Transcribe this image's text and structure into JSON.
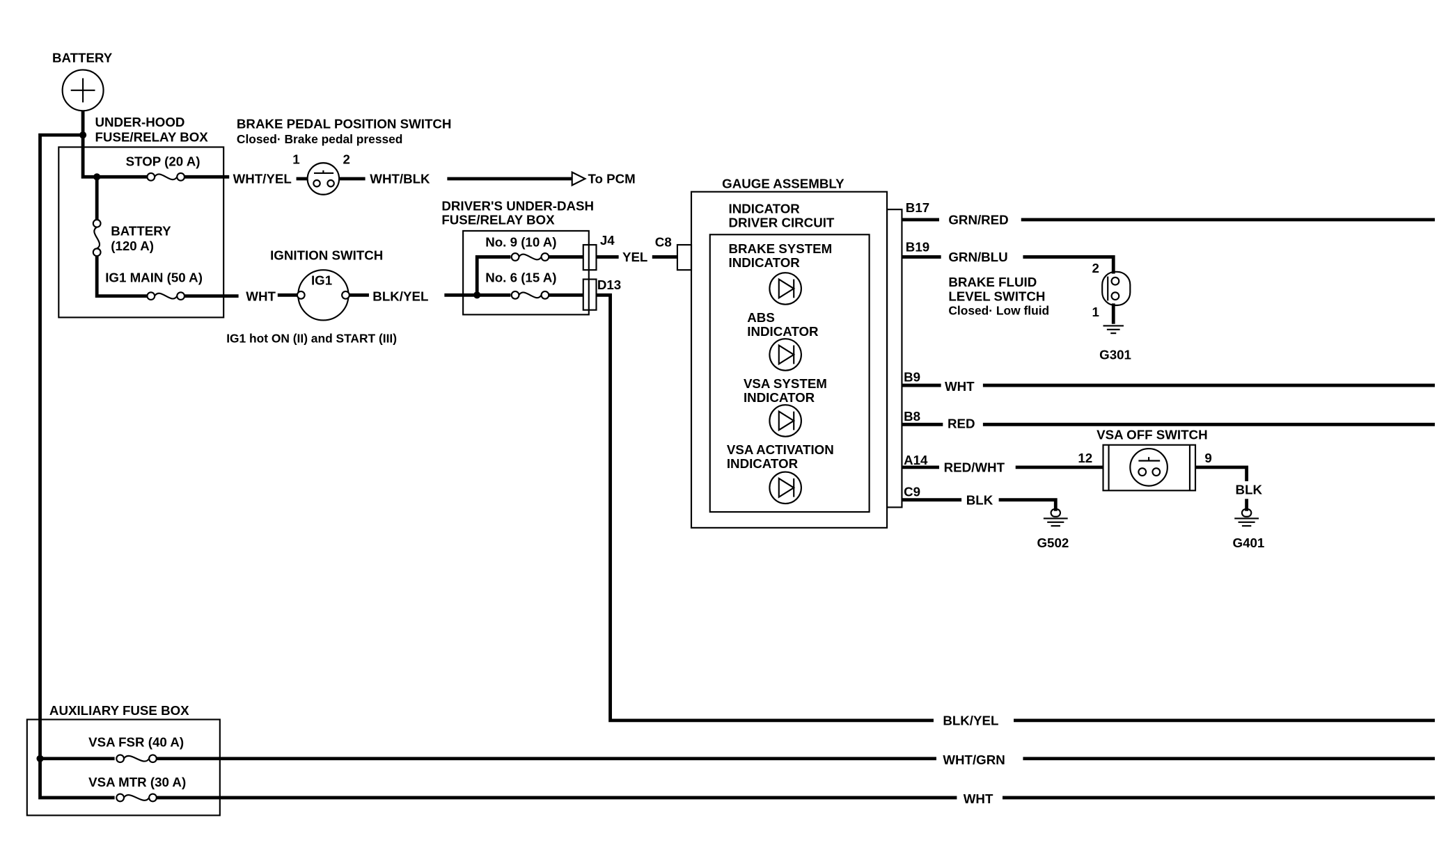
{
  "colors": {
    "line": "#000000",
    "background": "#ffffff"
  },
  "battery": {
    "label": "BATTERY"
  },
  "under_hood_box": {
    "title_line1": "UNDER-HOOD",
    "title_line2": "FUSE/RELAY BOX",
    "stop_fuse": "STOP (20 A)",
    "battery_fuse_line1": "BATTERY",
    "battery_fuse_line2": "(120 A)",
    "ig1_main_fuse": "IG1 MAIN (50 A)"
  },
  "brake_pedal_switch": {
    "title": "BRAKE PEDAL POSITION SWITCH",
    "note": "Closed· Brake pedal pressed",
    "pin1": "1",
    "pin2": "2"
  },
  "to_pcm": "To PCM",
  "ignition_switch": {
    "title": "IGNITION SWITCH",
    "label": "IG1",
    "note": "IG1 hot ON (II) and START (III)"
  },
  "under_dash_box": {
    "title_line1": "DRIVER'S UNDER-DASH",
    "title_line2": "FUSE/RELAY BOX",
    "fuse9": "No. 9 (10 A)",
    "fuse6": "No. 6 (15 A)",
    "conn_j4": "J4",
    "conn_d13": "D13"
  },
  "gauge_assembly": {
    "title": "GAUGE ASSEMBLY",
    "conn_c8": "C8",
    "driver_circuit_line1": "INDICATOR",
    "driver_circuit_line2": "DRIVER CIRCUIT",
    "indicators": [
      {
        "line1": "BRAKE SYSTEM",
        "line2": "INDICATOR"
      },
      {
        "line1": "ABS",
        "line2": "INDICATOR"
      },
      {
        "line1": "VSA SYSTEM",
        "line2": "INDICATOR"
      },
      {
        "line1": "VSA ACTIVATION",
        "line2": "INDICATOR"
      }
    ],
    "pins": {
      "b17": "B17",
      "b19": "B19",
      "b9": "B9",
      "b8": "B8",
      "a14": "A14",
      "c9": "C9"
    }
  },
  "wires": {
    "stop_out": "WHT/YEL",
    "brake_switch_out": "WHT/BLK",
    "ig1_main_out": "WHT",
    "ignition_out": "BLK/YEL",
    "fuse9_out": "YEL",
    "b17": "GRN/RED",
    "b19": "GRN/BLU",
    "b9": "WHT",
    "b8": "RED",
    "a14": "RED/WHT",
    "c9": "BLK",
    "vsa_switch_out": "BLK",
    "d13": "BLK/YEL",
    "vsa_fsr_out": "WHT/GRN",
    "vsa_mtr_out": "WHT"
  },
  "brake_fluid_switch": {
    "line1": "BRAKE FLUID",
    "line2": "LEVEL SWITCH",
    "note": "Closed· Low fluid",
    "pin2": "2",
    "pin1": "1",
    "ground": "G301"
  },
  "vsa_off_switch": {
    "title": "VSA OFF SWITCH",
    "pin12": "12",
    "pin9": "9",
    "ground": "G401"
  },
  "ground_g502": "G502",
  "aux_fuse_box": {
    "title": "AUXILIARY FUSE BOX",
    "vsa_fsr": "VSA FSR (40 A)",
    "vsa_mtr": "VSA MTR (30 A)"
  }
}
